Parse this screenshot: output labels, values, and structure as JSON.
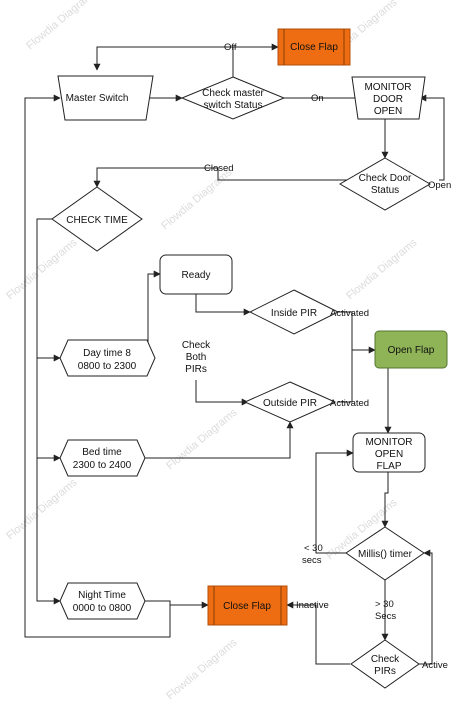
{
  "watermark": "Flowdia Diagrams",
  "colors": {
    "orange": "#ee6d12",
    "green": "#8fb457",
    "line": "#222222"
  },
  "nodes": {
    "close_flap_top": "Close Flap",
    "master_switch": "Master Switch",
    "check_master_status": [
      "Check master",
      "switch Status"
    ],
    "monitor_door_open": [
      "MONITOR",
      "DOOR",
      "OPEN"
    ],
    "check_door_status": [
      "Check Door",
      "Status"
    ],
    "check_time": "CHECK TIME",
    "ready": "Ready",
    "check_both_pirs": [
      "Check",
      "Both",
      "PIRs"
    ],
    "inside_pir": "Inside PIR",
    "outside_pir": "Outside PIR",
    "open_flap": "Open Flap",
    "day_time": [
      "Day time 8",
      "0800 to 2300"
    ],
    "bed_time": [
      "Bed time",
      "2300 to 2400"
    ],
    "monitor_open_flap": [
      "MONITOR",
      "OPEN",
      "FLAP"
    ],
    "millis_timer": "Millis() timer",
    "night_time": [
      "Night Time",
      "0000 to 0800"
    ],
    "close_flap_bottom": "Close Flap",
    "check_pirs": [
      "Check",
      "PIRs"
    ]
  },
  "edge_labels": {
    "off": "Off",
    "on": "On",
    "closed": "Closed",
    "open": "Open",
    "activated_inside": "Activated",
    "activated_outside": "Activated",
    "lt30": [
      "< 30",
      "secs"
    ],
    "gt30": [
      "> 30",
      "Secs"
    ],
    "inactive": "Inactive",
    "active": "Active"
  }
}
